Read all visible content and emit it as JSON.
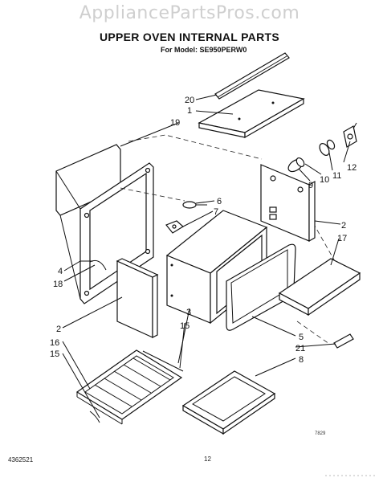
{
  "watermark": "AppliancePartsPros.com",
  "title": "UPPER OVEN INTERNAL PARTS",
  "model_line": "For Model: SE950PERW0",
  "doc_number": "4362521",
  "page_number": "12",
  "small_code": "7829",
  "callouts": {
    "c20": "20",
    "c1": "1",
    "c19": "19",
    "c12": "12",
    "c11": "11",
    "c10": "10",
    "c9": "9",
    "c6": "6",
    "c7": "7",
    "c2a": "2",
    "c17": "17",
    "c4": "4",
    "c18": "18",
    "c2b": "2",
    "c16": "16",
    "c15a": "15",
    "c3": "3",
    "c15b": "15",
    "c5": "5",
    "c21": "21",
    "c8": "8"
  }
}
